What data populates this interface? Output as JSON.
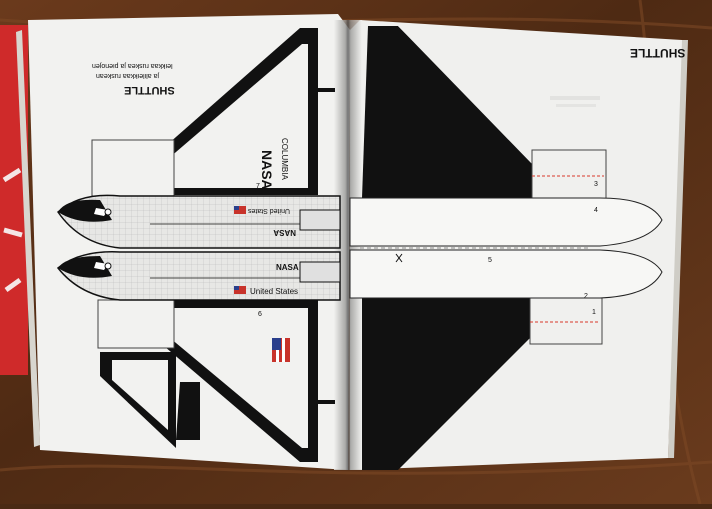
{
  "left_page": {
    "title": "SHUTTLE",
    "caption_line1": "leikkaa ruskea ja pienojen",
    "caption_line2": "ja alileikkaa ruskean"
  },
  "right_page": {
    "title": "SHUTTLE"
  },
  "orbiter": {
    "brand": "NASA",
    "name": "COLUMBIA",
    "country": "United States"
  },
  "part_numbers": [
    "7",
    "6",
    "3",
    "4",
    "5",
    "2",
    "1"
  ],
  "colors": {
    "table": "#5b3118",
    "paper": "#f1f1ef",
    "print_black": "#0e0e0e",
    "cut_line_red": "#d8392a",
    "spine_shadow": "#8a8a8a"
  }
}
